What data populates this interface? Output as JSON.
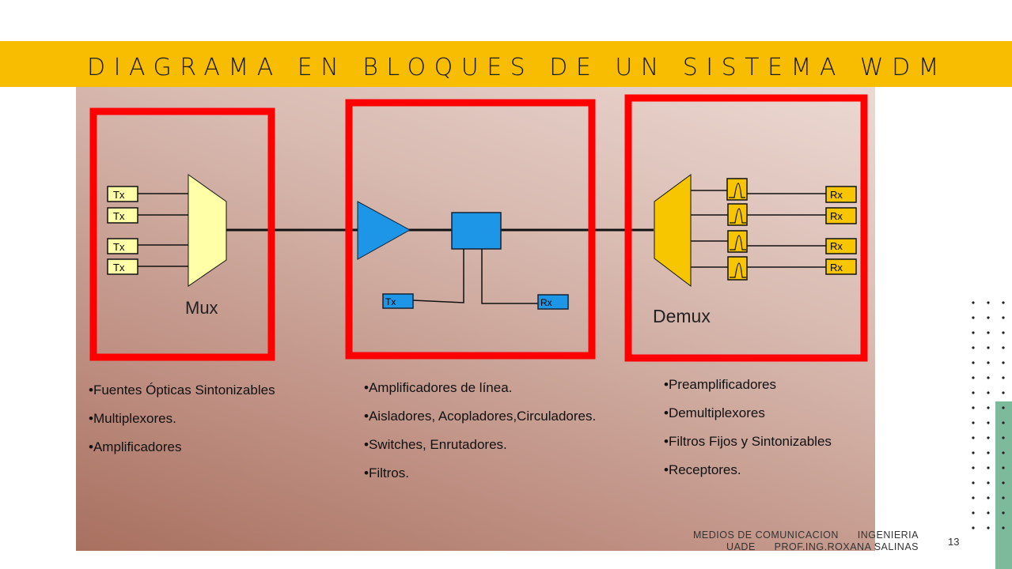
{
  "slide": {
    "title": "DIAGRAMA EN BLOQUES DE UN SISTEMA WDM",
    "page_number": "13",
    "footer": {
      "line1": "MEDIOS DE COMUNICACION      INGENIERIA",
      "line2": "UADE      PROF.ING.ROXANA SALINAS"
    }
  },
  "diagram": {
    "mux": {
      "label": "Mux",
      "tx_labels": [
        "Tx",
        "Tx",
        "Tx",
        "Tx"
      ]
    },
    "line": {
      "tx_label": "Tx",
      "rx_label": "Rx"
    },
    "demux": {
      "label": "Demux",
      "rx_labels": [
        "Rx",
        "Rx",
        "Rx",
        "Rx"
      ]
    }
  },
  "lists": {
    "left": [
      "•Fuentes Ópticas  Sintonizables",
      "•Multiplexores.",
      "•Amplificadores"
    ],
    "middle": [
      "•Amplificadores de línea.",
      "•Aisladores, Acopladores,Circuladores.",
      "•Switches, Enrutadores.",
      "•Filtros."
    ],
    "right": [
      "•Preamplificadores",
      "•Demultiplexores",
      "•Filtros Fijos y Sintonizables",
      "•Receptores."
    ]
  },
  "colors": {
    "accent": "#f9bd00",
    "frame": "#ff0000",
    "mux": "#ffffa8",
    "demux": "#f7c600",
    "line_blue": "#1e96e8",
    "side_green": "#7db99b"
  }
}
